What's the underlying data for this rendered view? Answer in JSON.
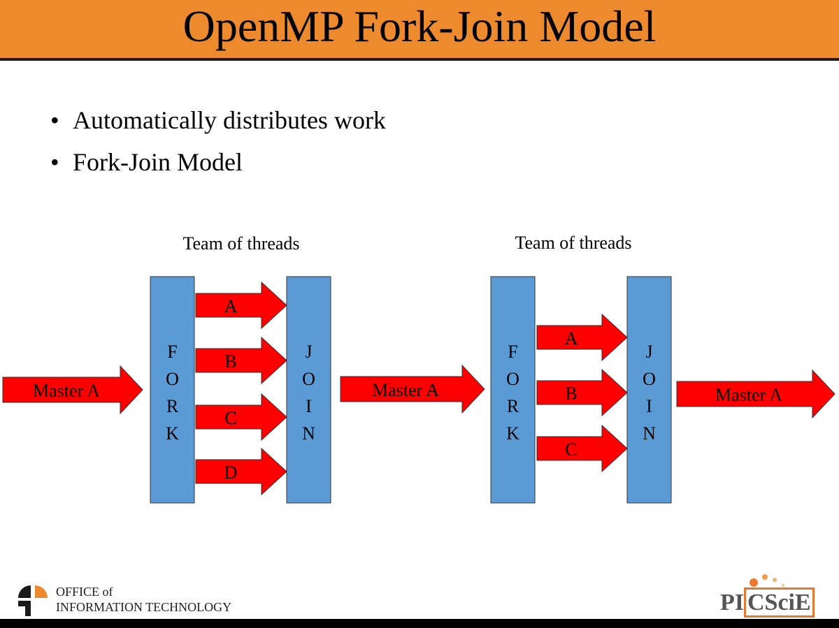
{
  "title": "OpenMP Fork-Join Model",
  "bullets": [
    "Automatically distributes work",
    "Fork-Join Model"
  ],
  "diagram": {
    "team_label_1": "Team of threads",
    "team_label_2": "Team of threads",
    "master_label": "Master A",
    "fork_letters": [
      "F",
      "O",
      "R",
      "K"
    ],
    "join_letters": [
      "J",
      "O",
      "I",
      "N"
    ],
    "team1_threads": [
      "A",
      "B",
      "C",
      "D"
    ],
    "team2_threads": [
      "A",
      "B",
      "C"
    ],
    "colors": {
      "arrow": "#ff0000",
      "block": "#5b9bd5",
      "title_bar": "#ee8a2e"
    }
  },
  "footer": {
    "oit_line1": "OFFICE of",
    "oit_line2": "INFORMATION TECHNOLOGY",
    "picscie_prefix": "PI",
    "picscie_boxed": "CSciE"
  }
}
